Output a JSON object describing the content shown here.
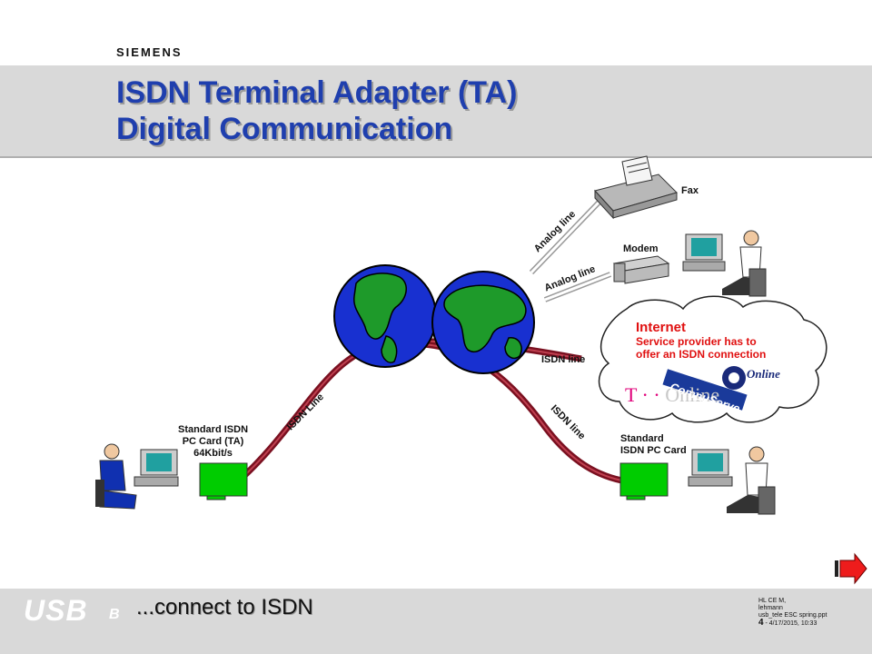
{
  "header": {
    "brand": "SIEMENS",
    "title_line1": "ISDN Terminal Adapter (TA)",
    "title_line2": "Digital Communication"
  },
  "diagram": {
    "fax_label": "Fax",
    "modem_label": "Modem",
    "analog_line_1": "Analog line",
    "analog_line_2": "Analog line",
    "isdn_line_left": "ISDN Line",
    "isdn_line_right_top": "ISDN line",
    "isdn_line_right_diag": "ISDN line",
    "left_device_label_1": "Standard ISDN",
    "left_device_label_2": "PC Card (TA)",
    "left_device_label_3": "64Kbit/s",
    "right_device_label_1": "Standard",
    "right_device_label_2": "ISDN PC Card",
    "cloud_title": "Internet",
    "cloud_sub_1": "Service provider has to",
    "cloud_sub_2": "offer an ISDN connection",
    "logo_compuserve": "CompuServe",
    "logo_tonline_t": "T",
    "logo_tonline_text": "Online",
    "logo_aol": "Online",
    "colors": {
      "isdn_line": "#7a1020",
      "title": "#1f3fae",
      "cloud_text": "#e01010",
      "card": "#00cc00"
    }
  },
  "footer": {
    "text": "...connect to ISDN",
    "logo": "USB",
    "logo_suffix": "B",
    "meta_1": "HL CE M,",
    "meta_2": "lehmann",
    "meta_3": "usb_tele  ESC spring.ppt",
    "meta_page": "4",
    "meta_date": " - 4/17/2015,  10:33"
  },
  "nav": {
    "next_icon": "arrow-right-icon"
  }
}
